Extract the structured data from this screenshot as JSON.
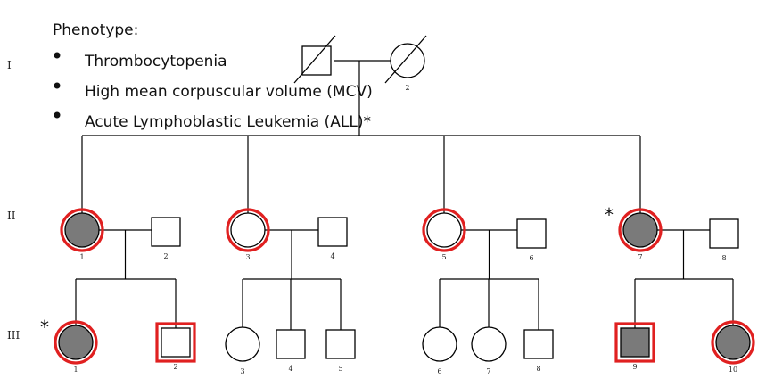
{
  "legend": {
    "title": "Phenotype:",
    "items": [
      "Thrombocytopenia",
      "High mean corpuscular volume (MCV)",
      "Acute Lymphoblastic Leukemia (ALL)*"
    ]
  },
  "generations": [
    "I",
    "II",
    "III"
  ],
  "colors": {
    "affected": "#7a7a7a",
    "unaffected": "#ffffff",
    "highlight": "#e02020",
    "line": "#000000"
  },
  "individuals": [
    {
      "id": "I-1",
      "gen": "I",
      "num": "",
      "sex": "male",
      "affected": false,
      "deceased": true,
      "highlight": false,
      "star": false
    },
    {
      "id": "I-2",
      "gen": "I",
      "num": "2",
      "sex": "female",
      "affected": false,
      "deceased": true,
      "highlight": false,
      "star": false
    },
    {
      "id": "II-1",
      "gen": "II",
      "num": "1",
      "sex": "female",
      "affected": true,
      "deceased": false,
      "highlight": true,
      "star": false
    },
    {
      "id": "II-2",
      "gen": "II",
      "num": "2",
      "sex": "male",
      "affected": false,
      "deceased": false,
      "highlight": false,
      "star": false
    },
    {
      "id": "II-3",
      "gen": "II",
      "num": "3",
      "sex": "female",
      "affected": false,
      "deceased": false,
      "highlight": true,
      "star": false
    },
    {
      "id": "II-4",
      "gen": "II",
      "num": "4",
      "sex": "male",
      "affected": false,
      "deceased": false,
      "highlight": false,
      "star": false
    },
    {
      "id": "II-5",
      "gen": "II",
      "num": "5",
      "sex": "female",
      "affected": false,
      "deceased": false,
      "highlight": true,
      "star": false
    },
    {
      "id": "II-6",
      "gen": "II",
      "num": "6",
      "sex": "male",
      "affected": false,
      "deceased": false,
      "highlight": false,
      "star": false
    },
    {
      "id": "II-7",
      "gen": "II",
      "num": "7",
      "sex": "female",
      "affected": true,
      "deceased": false,
      "highlight": true,
      "star": true
    },
    {
      "id": "II-8",
      "gen": "II",
      "num": "8",
      "sex": "male",
      "affected": false,
      "deceased": false,
      "highlight": false,
      "star": false
    },
    {
      "id": "III-1",
      "gen": "III",
      "num": "1",
      "sex": "female",
      "affected": true,
      "deceased": false,
      "highlight": true,
      "star": true
    },
    {
      "id": "III-2",
      "gen": "III",
      "num": "2",
      "sex": "male",
      "affected": false,
      "deceased": false,
      "highlight": true,
      "star": false
    },
    {
      "id": "III-3",
      "gen": "III",
      "num": "3",
      "sex": "female",
      "affected": false,
      "deceased": false,
      "highlight": false,
      "star": false
    },
    {
      "id": "III-4",
      "gen": "III",
      "num": "4",
      "sex": "male",
      "affected": false,
      "deceased": false,
      "highlight": false,
      "star": false
    },
    {
      "id": "III-5",
      "gen": "III",
      "num": "5",
      "sex": "male",
      "affected": false,
      "deceased": false,
      "highlight": false,
      "star": false
    },
    {
      "id": "III-6",
      "gen": "III",
      "num": "6",
      "sex": "female",
      "affected": false,
      "deceased": false,
      "highlight": false,
      "star": false
    },
    {
      "id": "III-7",
      "gen": "III",
      "num": "7",
      "sex": "female",
      "affected": false,
      "deceased": false,
      "highlight": false,
      "star": false
    },
    {
      "id": "III-8",
      "gen": "III",
      "num": "8",
      "sex": "male",
      "affected": false,
      "deceased": false,
      "highlight": false,
      "star": false
    },
    {
      "id": "III-9",
      "gen": "III",
      "num": "9",
      "sex": "male",
      "affected": true,
      "deceased": false,
      "highlight": true,
      "star": false
    },
    {
      "id": "III-10",
      "gen": "III",
      "num": "10",
      "sex": "female",
      "affected": true,
      "deceased": false,
      "highlight": true,
      "star": false
    }
  ],
  "star_symbol": "*",
  "couples": [
    [
      "I-1",
      "I-2"
    ],
    [
      "II-1",
      "II-2"
    ],
    [
      "II-3",
      "II-4"
    ],
    [
      "II-5",
      "II-6"
    ],
    [
      "II-7",
      "II-8"
    ]
  ],
  "children": [
    {
      "parents": [
        "I-1",
        "I-2"
      ],
      "kids": [
        "II-1",
        "II-3",
        "II-5",
        "II-7"
      ]
    },
    {
      "parents": [
        "II-1",
        "II-2"
      ],
      "kids": [
        "III-1",
        "III-2"
      ]
    },
    {
      "parents": [
        "II-3",
        "II-4"
      ],
      "kids": [
        "III-3",
        "III-4",
        "III-5"
      ]
    },
    {
      "parents": [
        "II-5",
        "II-6"
      ],
      "kids": [
        "III-6",
        "III-7",
        "III-8"
      ]
    },
    {
      "parents": [
        "II-7",
        "II-8"
      ],
      "kids": [
        "III-9",
        "III-10"
      ]
    }
  ]
}
